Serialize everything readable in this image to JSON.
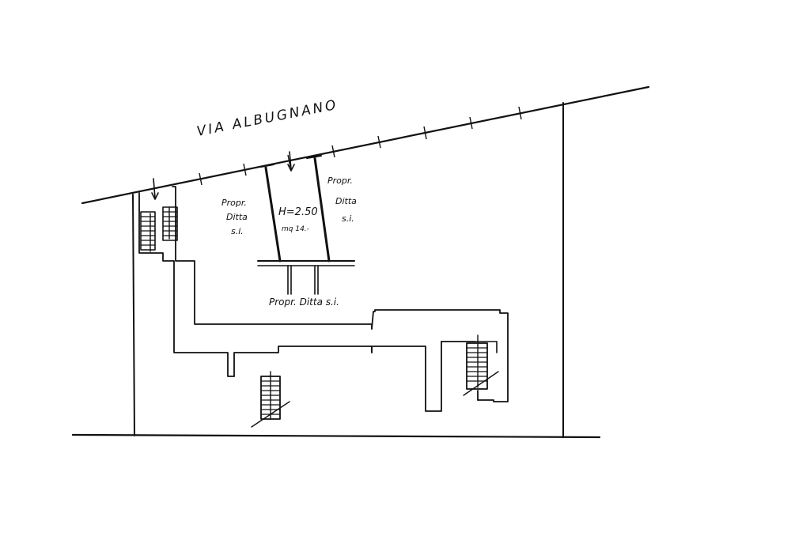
{
  "street": {
    "name": "VIA ALBUGNANO"
  },
  "labels": {
    "left_property": [
      "Propr.",
      "Ditta",
      "s.i."
    ],
    "right_property": [
      "Propr.",
      "Ditta",
      "s.i."
    ],
    "bottom_property": "Propr. Ditta s.i.",
    "room_height": "H=2.50",
    "room_area": "mq 14.-"
  },
  "colors": {
    "ink": "#111111",
    "paper": "#ffffff"
  }
}
